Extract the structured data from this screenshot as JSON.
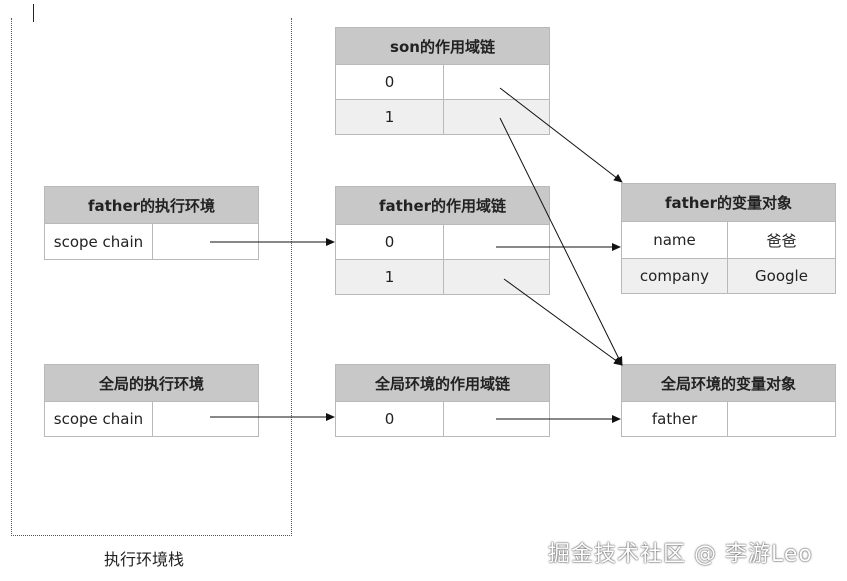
{
  "stack_caption": "执行环境栈",
  "watermark": "掘金技术社区 @ 李游Leo",
  "father_ctx": {
    "title": "father的执行环境",
    "row_label": "scope chain"
  },
  "global_ctx": {
    "title": "全局的执行环境",
    "row_label": "scope chain"
  },
  "son_chain": {
    "title": "son的作用域链",
    "rows": [
      "0",
      "1"
    ]
  },
  "father_chain": {
    "title": "father的作用域链",
    "rows": [
      "0",
      "1"
    ]
  },
  "global_chain": {
    "title": "全局环境的作用域链",
    "rows": [
      "0"
    ]
  },
  "father_vo": {
    "title": "father的变量对象",
    "rows": [
      {
        "key": "name",
        "value": "爸爸"
      },
      {
        "key": "company",
        "value": "Google"
      }
    ]
  },
  "global_vo": {
    "title": "全局环境的变量对象",
    "rows": [
      {
        "key": "father",
        "value": ""
      }
    ]
  }
}
